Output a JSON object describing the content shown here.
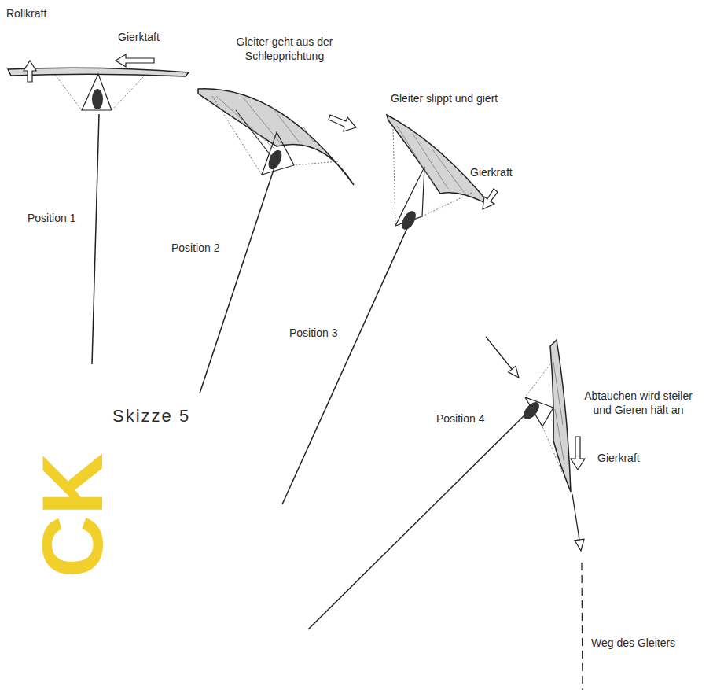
{
  "diagram": {
    "caption": "Skizze 5",
    "labels": [
      "Rollkraft",
      "Gierktaft",
      "Gleiter geht aus der Schlepprichtung",
      "Gleiter slippt und giert",
      "Position 1",
      "Position 2",
      "Gierkraft",
      "Position 3",
      "Abtauchen wird steiler und Gieren hält an",
      "Position 4",
      "Gierkraft",
      "Weg des Gleiters",
      "CK"
    ]
  }
}
